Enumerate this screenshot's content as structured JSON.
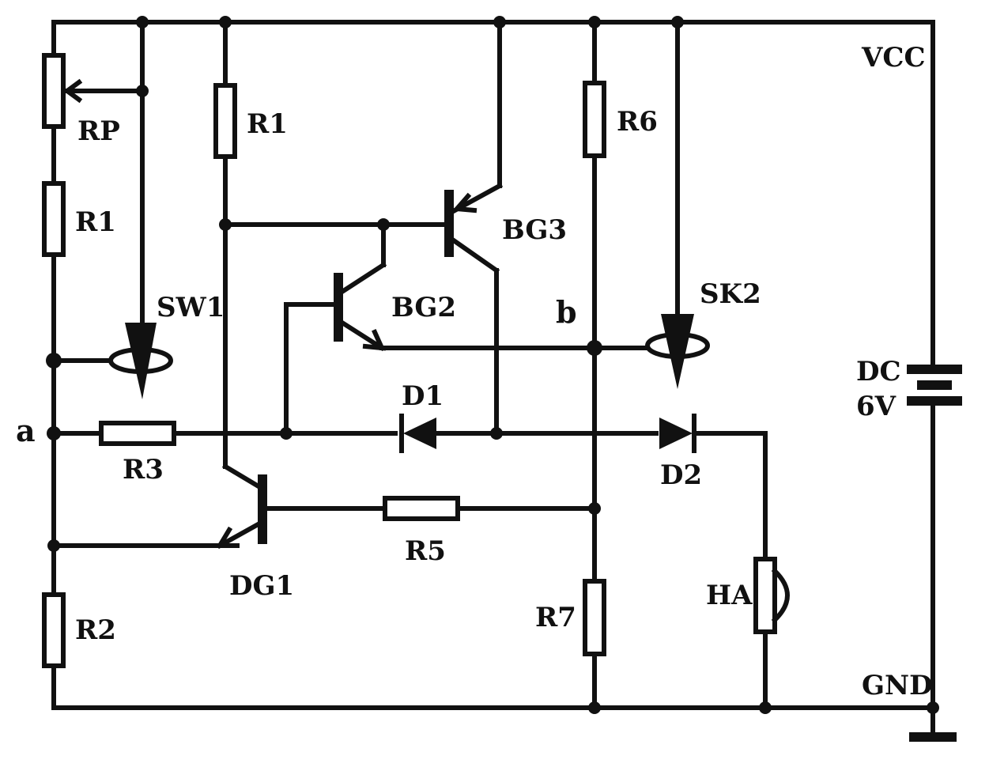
{
  "labels": {
    "vcc": "VCC",
    "gnd": "GND",
    "rp": "RP",
    "r1_left": "R1",
    "r1_mid": "R1",
    "r6": "R6",
    "bg3": "BG3",
    "bg2": "BG2",
    "bg1": "DG1",
    "sw1": "SW1",
    "sk2": "SK2",
    "node_a": "a",
    "node_b": "b",
    "d1": "D1",
    "d2": "D2",
    "r3": "R3",
    "r5": "R5",
    "r7": "R7",
    "r2": "R2",
    "ha": "HA",
    "dc_line1": "DC",
    "dc_line2": "6V"
  }
}
